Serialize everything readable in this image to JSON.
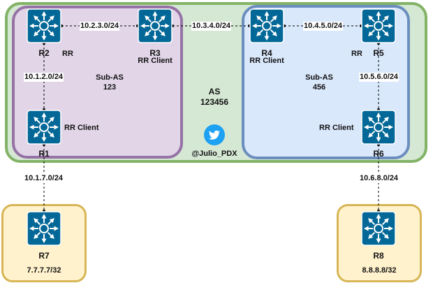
{
  "as": {
    "title": "AS",
    "number": "123456"
  },
  "sub_as": [
    {
      "title": "Sub-AS",
      "number": "123"
    },
    {
      "title": "Sub-AS",
      "number": "456"
    }
  ],
  "routers": {
    "r1": {
      "name": "R1",
      "role": "RR Client"
    },
    "r2": {
      "name": "R2",
      "role": "RR"
    },
    "r3": {
      "name": "R3",
      "role": "RR Client"
    },
    "r4": {
      "name": "R4",
      "role": "RR Client"
    },
    "r5": {
      "name": "R5",
      "role": "RR"
    },
    "r6": {
      "name": "R6",
      "role": "RR Client"
    },
    "r7": {
      "name": "R7",
      "address": "7.7.7.7/32"
    },
    "r8": {
      "name": "R8",
      "address": "8.8.8.8/32"
    }
  },
  "links": {
    "r2_r3": "10.2.3.0/24",
    "r3_r4": "10.3.4.0/24",
    "r4_r5": "10.4.5.0/24",
    "r1_r2": "10.1.2.0/24",
    "r5_r6": "10.5.6.0/24",
    "r1_r7": "10.1.7.0/24",
    "r6_r8": "10.6.8.0/24"
  },
  "attribution": {
    "handle": "@Julio_PDX",
    "icon": "twitter-bird-icon"
  },
  "colors": {
    "as_fill": "#d5e8d4",
    "as_stroke": "#82b366",
    "sub_as_123_fill": "#e1d5e7",
    "sub_as_123_stroke": "#9673a6",
    "sub_as_456_fill": "#dae8fc",
    "sub_as_456_stroke": "#6c8ebf",
    "external_fill": "#fff2cc",
    "external_stroke": "#d6b656",
    "router_fill": "#036897",
    "twitter": "#1da1f2"
  }
}
